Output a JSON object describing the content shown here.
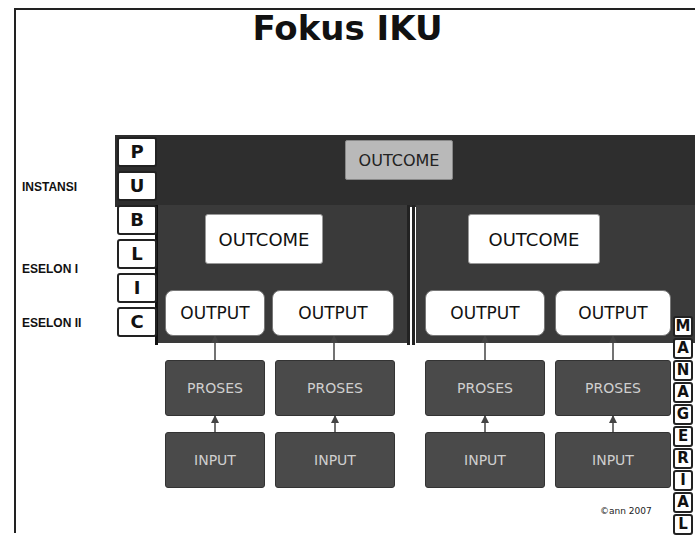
{
  "diagram": {
    "title": "Fokus IKU",
    "nodes": [
      {
        "text": [
          "OUTCOME"
        ]
      },
      {
        "text": [
          "OUTCOME"
        ]
      },
      {
        "text": [
          "OUTCOME"
        ]
      },
      {
        "text": [
          "OUTPUT"
        ]
      },
      {
        "text": [
          "OUTPUT"
        ]
      },
      {
        "text": [
          "OUTPUT"
        ]
      },
      {
        "text": [
          "OUTPUT"
        ]
      },
      {
        "text": [
          "PROSES"
        ]
      },
      {
        "text": [
          "PROSES"
        ]
      },
      {
        "text": [
          "PROSES"
        ]
      },
      {
        "text": [
          "PROSES"
        ]
      },
      {
        "text": [
          "INPUT"
        ]
      },
      {
        "text": [
          "INPUT"
        ]
      },
      {
        "text": [
          "INPUT"
        ]
      },
      {
        "text": [
          "INPUT"
        ]
      }
    ],
    "edges": [
      {
        "from": 11,
        "to": 7,
        "arrow": "to"
      },
      {
        "from": 12,
        "to": 8,
        "arrow": "to"
      },
      {
        "from": 13,
        "to": 9,
        "arrow": "to"
      },
      {
        "from": 14,
        "to": 10,
        "arrow": "to"
      },
      {
        "from": 7,
        "to": 3,
        "arrow": "to"
      },
      {
        "from": 8,
        "to": 4,
        "arrow": "to"
      },
      {
        "from": 9,
        "to": 5,
        "arrow": "to"
      },
      {
        "from": 10,
        "to": 6,
        "arrow": "to"
      }
    ],
    "labels": [
      "INSTANSI",
      "ESELON I",
      "ESELON II",
      "P",
      "U",
      "B",
      "L",
      "I",
      "C",
      "M",
      "A",
      "N",
      "A",
      "G",
      "E",
      "R",
      "I",
      "A",
      "L",
      "©ann 2007"
    ]
  }
}
